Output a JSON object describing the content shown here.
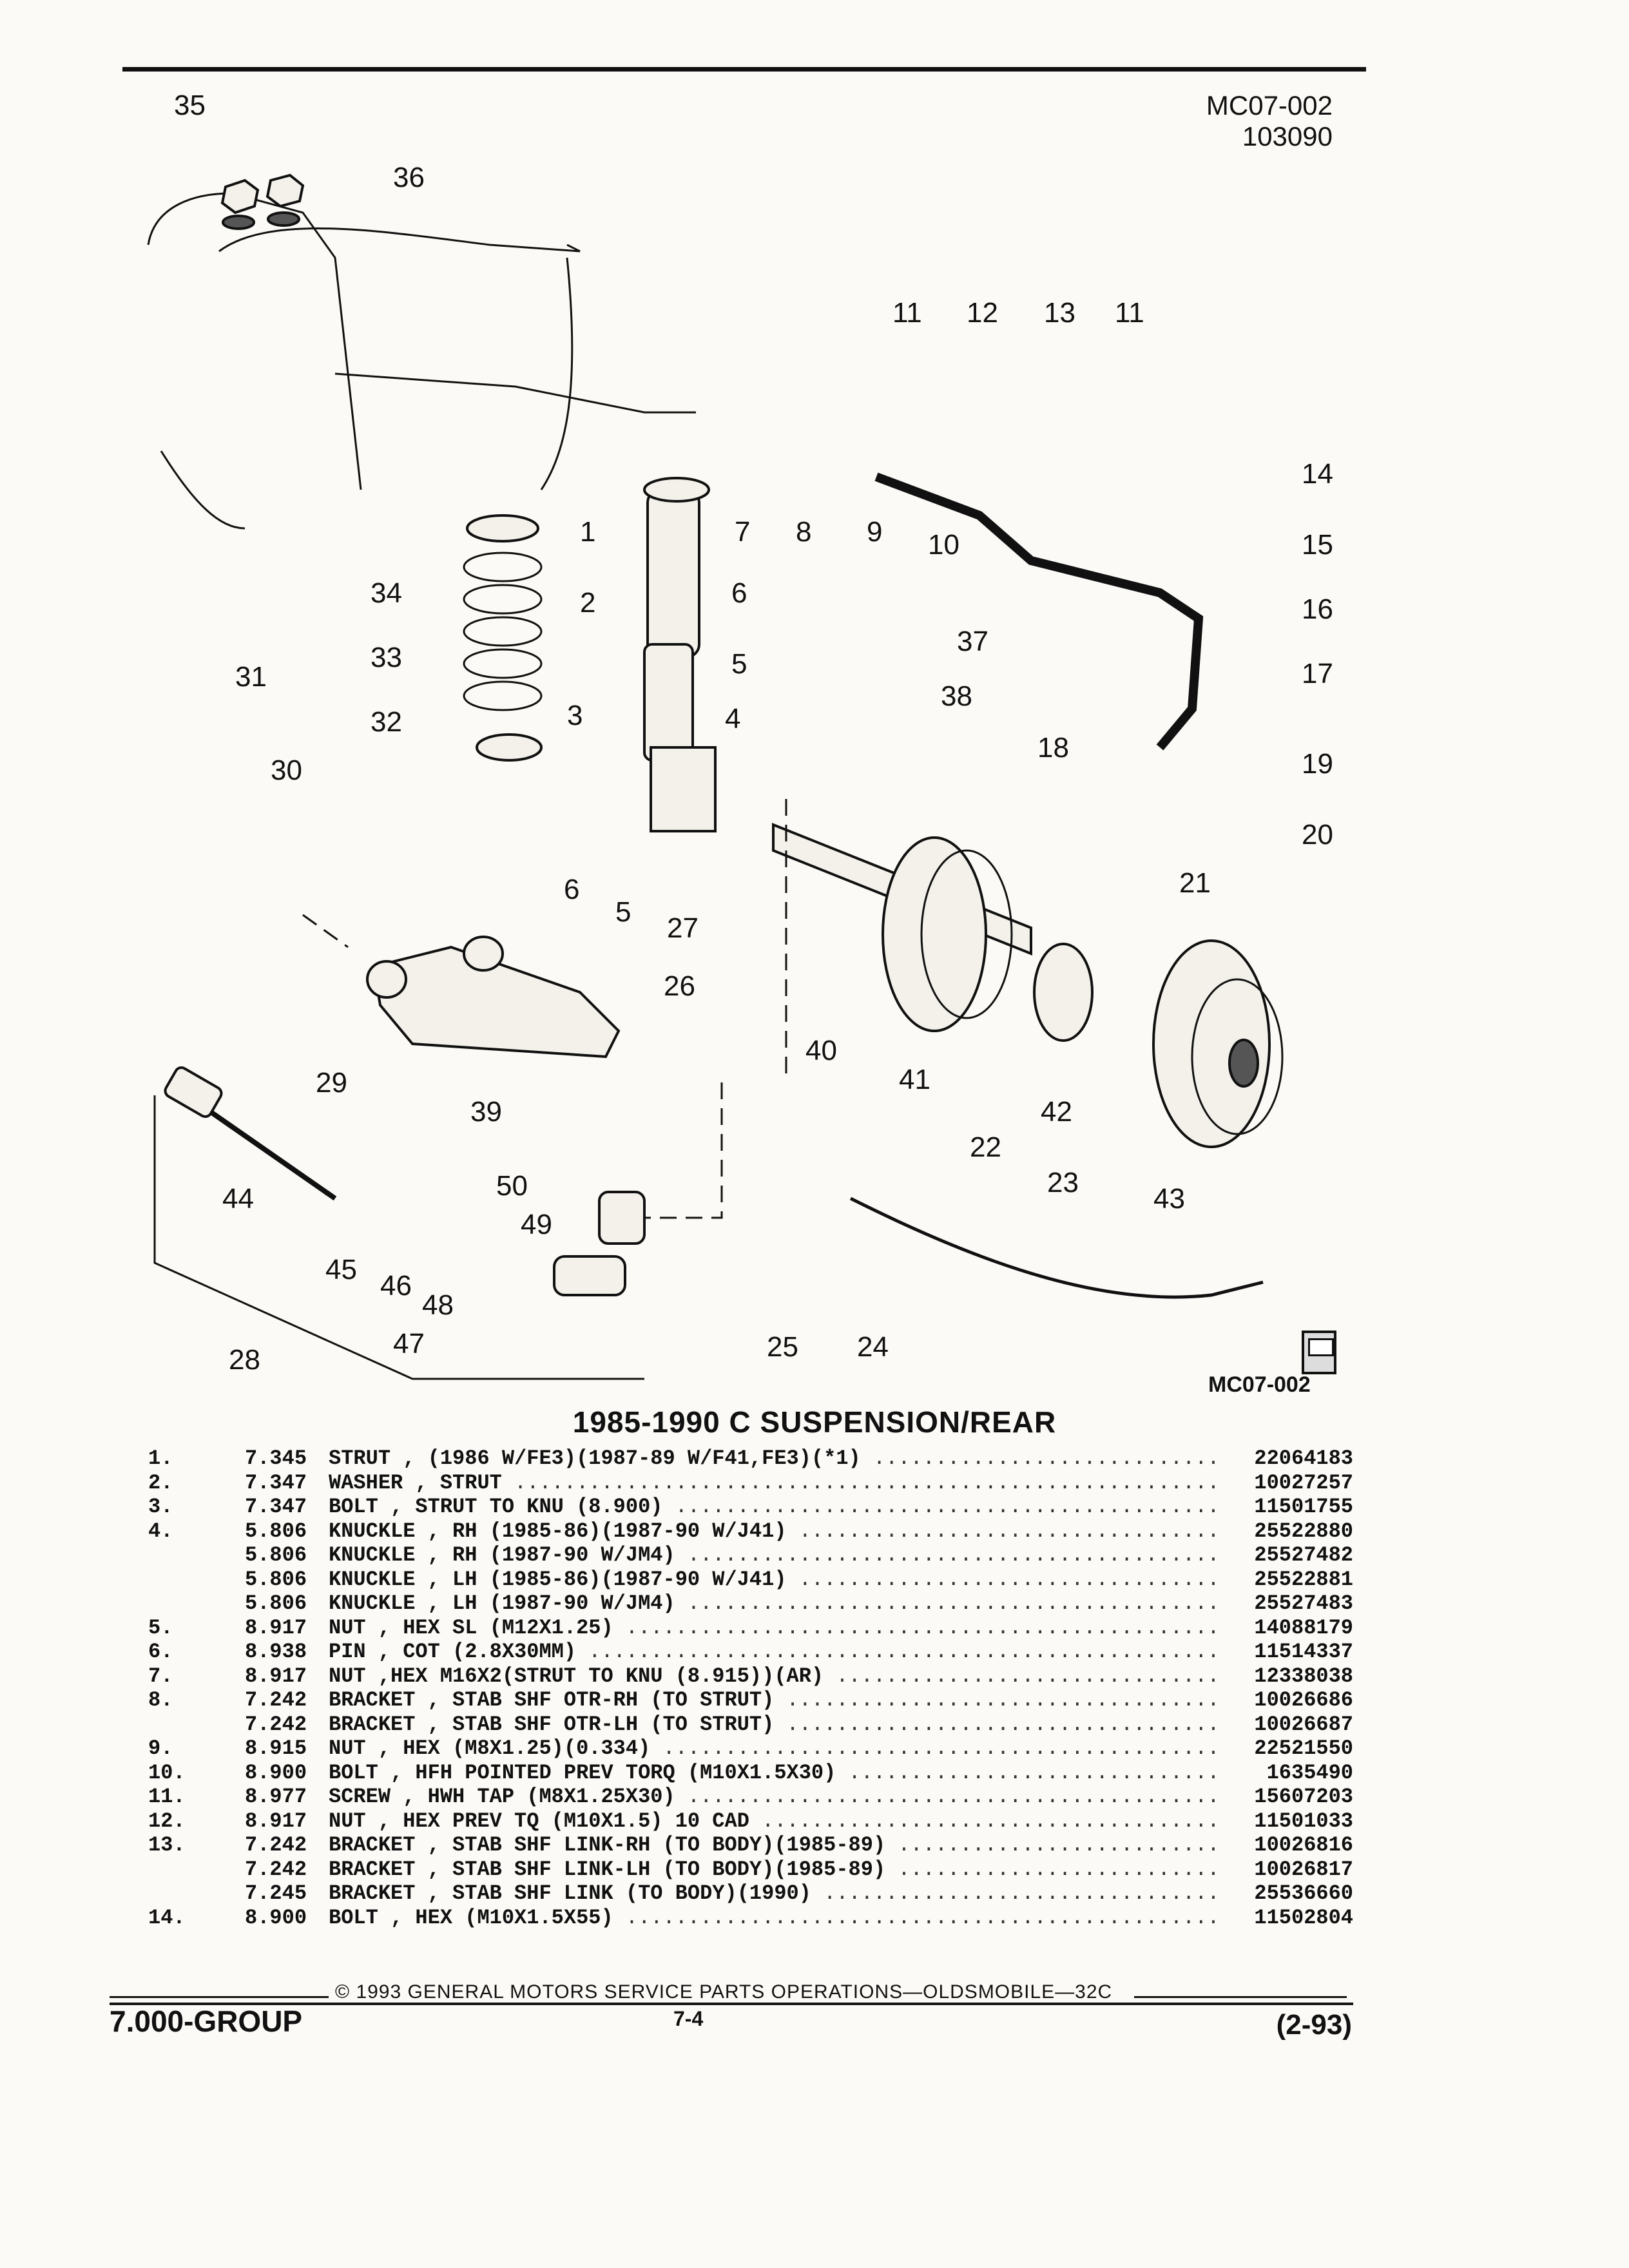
{
  "header": {
    "diagram_code": "MC07-002",
    "diagram_number": "103090",
    "bottom_code": "MC07-002"
  },
  "title": "1985-1990 C SUSPENSION/REAR",
  "callouts": [
    "35",
    "36",
    "11",
    "12",
    "13",
    "11",
    "14",
    "15",
    "16",
    "17",
    "1",
    "7",
    "8",
    "9",
    "10",
    "2",
    "6",
    "37",
    "38",
    "34",
    "33",
    "31",
    "3",
    "5",
    "4",
    "32",
    "30",
    "18",
    "19",
    "20",
    "6",
    "5",
    "27",
    "21",
    "26",
    "40",
    "41",
    "42",
    "29",
    "39",
    "22",
    "44",
    "50",
    "23",
    "43",
    "49",
    "45",
    "46",
    "48",
    "47",
    "25",
    "24",
    "28"
  ],
  "parts": [
    {
      "num": "1.",
      "group": "7.345",
      "desc": "STRUT , (1986 W/FE3)(1987-89 W/F41,FE3)(*1)",
      "pn": "22064183"
    },
    {
      "num": "2.",
      "group": "7.347",
      "desc": "WASHER , STRUT",
      "pn": "10027257"
    },
    {
      "num": "3.",
      "group": "7.347",
      "desc": "BOLT , STRUT TO KNU (8.900)",
      "pn": "11501755"
    },
    {
      "num": "4.",
      "group": "5.806",
      "desc": "KNUCKLE , RH (1985-86)(1987-90 W/J41)",
      "pn": "25522880"
    },
    {
      "num": "",
      "group": "5.806",
      "desc": "KNUCKLE , RH (1987-90 W/JM4)",
      "pn": "25527482"
    },
    {
      "num": "",
      "group": "5.806",
      "desc": "KNUCKLE , LH (1985-86)(1987-90 W/J41)",
      "pn": "25522881"
    },
    {
      "num": "",
      "group": "5.806",
      "desc": "KNUCKLE , LH (1987-90 W/JM4)",
      "pn": "25527483"
    },
    {
      "num": "5.",
      "group": "8.917",
      "desc": "NUT , HEX SL (M12X1.25)",
      "pn": "14088179"
    },
    {
      "num": "6.",
      "group": "8.938",
      "desc": "PIN , COT (2.8X30MM)",
      "pn": "11514337"
    },
    {
      "num": "7.",
      "group": "8.917",
      "desc": "NUT ,HEX M16X2(STRUT TO KNU (8.915))(AR)",
      "pn": "12338038"
    },
    {
      "num": "8.",
      "group": "7.242",
      "desc": "BRACKET , STAB SHF OTR-RH (TO STRUT)",
      "pn": "10026686"
    },
    {
      "num": "",
      "group": "7.242",
      "desc": "BRACKET , STAB SHF OTR-LH (TO STRUT)",
      "pn": "10026687"
    },
    {
      "num": "9.",
      "group": "8.915",
      "desc": "NUT , HEX (M8X1.25)(0.334)",
      "pn": "22521550"
    },
    {
      "num": "10.",
      "group": "8.900",
      "desc": "BOLT , HFH POINTED PREV TORQ (M10X1.5X30)",
      "pn": "1635490"
    },
    {
      "num": "11.",
      "group": "8.977",
      "desc": "SCREW , HWH TAP (M8X1.25X30)",
      "pn": "15607203"
    },
    {
      "num": "12.",
      "group": "8.917",
      "desc": "NUT , HEX PREV TQ (M10X1.5) 10 CAD",
      "pn": "11501033"
    },
    {
      "num": "13.",
      "group": "7.242",
      "desc": "BRACKET , STAB SHF LINK-RH (TO BODY)(1985-89)",
      "pn": "10026816"
    },
    {
      "num": "",
      "group": "7.242",
      "desc": "BRACKET , STAB SHF LINK-LH (TO BODY)(1985-89)",
      "pn": "10026817"
    },
    {
      "num": "",
      "group": "7.245",
      "desc": "BRACKET , STAB SHF LINK (TO BODY)(1990)",
      "pn": "25536660"
    },
    {
      "num": "14.",
      "group": "8.900",
      "desc": "BOLT , HEX (M10X1.5X55)",
      "pn": "11502804"
    }
  ],
  "footer": {
    "copyright": "© 1993 GENERAL MOTORS SERVICE PARTS OPERATIONS—OLDSMOBILE—32C",
    "group": "7.000-GROUP",
    "page": "7-4",
    "date": "(2-93)"
  }
}
